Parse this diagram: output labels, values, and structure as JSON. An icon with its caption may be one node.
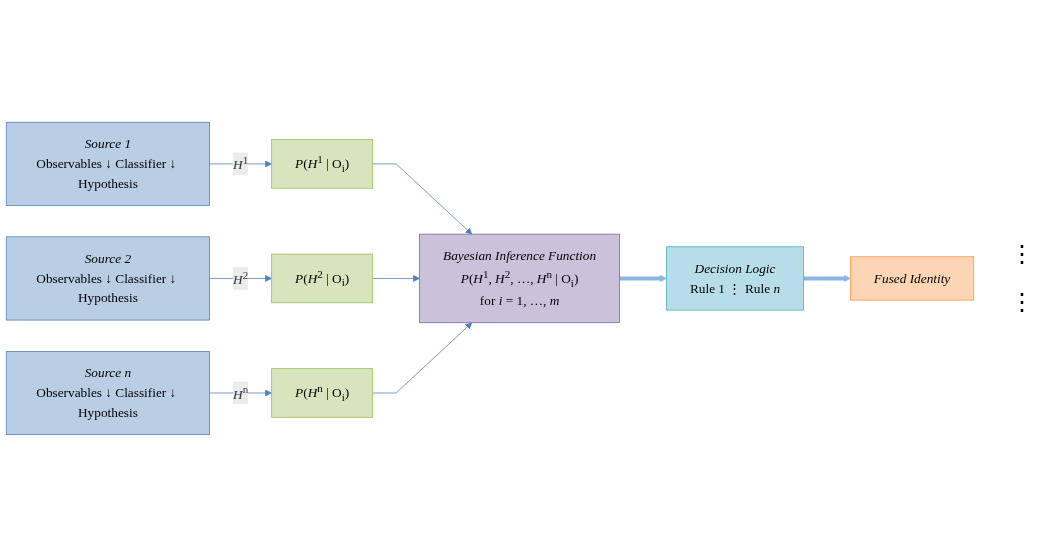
{
  "diagram": {
    "nodes": [
      {
        "text": [
          "Source 1",
          "Observables ↓ Classifier ↓ Hypothesis"
        ]
      },
      {
        "text": [
          "*P*(*H*$^{1}$ | O$_{i}$)"
        ]
      },
      {
        "text": [
          "Source 2",
          "Observables ↓ Classifier ↓ Hypothesis"
        ]
      },
      {
        "text": [
          "*P*(*H*$^{2}$ | O$_{i}$)"
        ]
      },
      {
        "text": [
          "Source *n*",
          "Observables ↓ Classifier ↓ Hypothesis"
        ]
      },
      {
        "text": [
          "*P*(*H*$^{n}$ | O$_{i}$)"
        ]
      },
      {
        "text": [
          "Bayesian Inference Function",
          "*P*(*H*$^{1}$, *H*$^{2}$, …, *H*$^{n}$ | O$_{i}$)",
          "for *i* = 1, …, *m*"
        ]
      },
      {
        "text": [
          "Decision Logic",
          "Rule 1 ⋮ Rule *n*"
        ]
      },
      {
        "text": [
          "Fused Identity"
        ]
      }
    ],
    "edges": [
      {
        "from": 0,
        "to": 1,
        "arrow": "to",
        "label": "*H*$^{1}$"
      },
      {
        "from": 2,
        "to": 3,
        "arrow": "to",
        "label": "*H*$^{2}$"
      },
      {
        "from": 4,
        "to": 5,
        "arrow": "to",
        "label": "*H*$^{n}$"
      },
      {
        "from": 1,
        "to": 6,
        "arrow": "to"
      },
      {
        "from": 3,
        "to": 6,
        "arrow": "to"
      },
      {
        "from": 5,
        "to": 6,
        "arrow": "to"
      },
      {
        "from": 6,
        "to": 7,
        "arrow": "to",
        "style": "thick"
      },
      {
        "from": 7,
        "to": 8,
        "arrow": "to",
        "style": "thick"
      }
    ],
    "labels": [
      "⋮",
      "⋮"
    ]
  }
}
